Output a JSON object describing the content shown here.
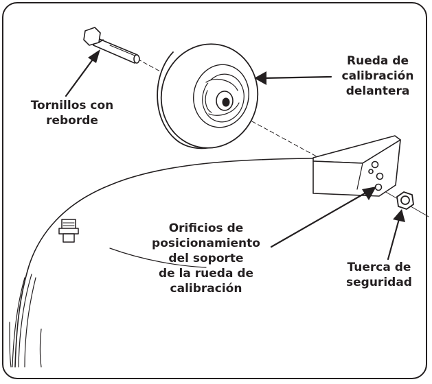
{
  "labels": {
    "flange_bolts": [
      "Tornillos con",
      "reborde"
    ],
    "gauge_wheel": [
      "Rueda de",
      "calibración",
      "delantera"
    ],
    "positioning_holes": [
      "Orificios de",
      "posicionamiento",
      "del soporte",
      "de la rueda de",
      "calibración"
    ],
    "lock_nut": [
      "Tuerca de",
      "seguridad"
    ]
  },
  "colors": {
    "ink": "#231f20",
    "background": "#ffffff"
  }
}
